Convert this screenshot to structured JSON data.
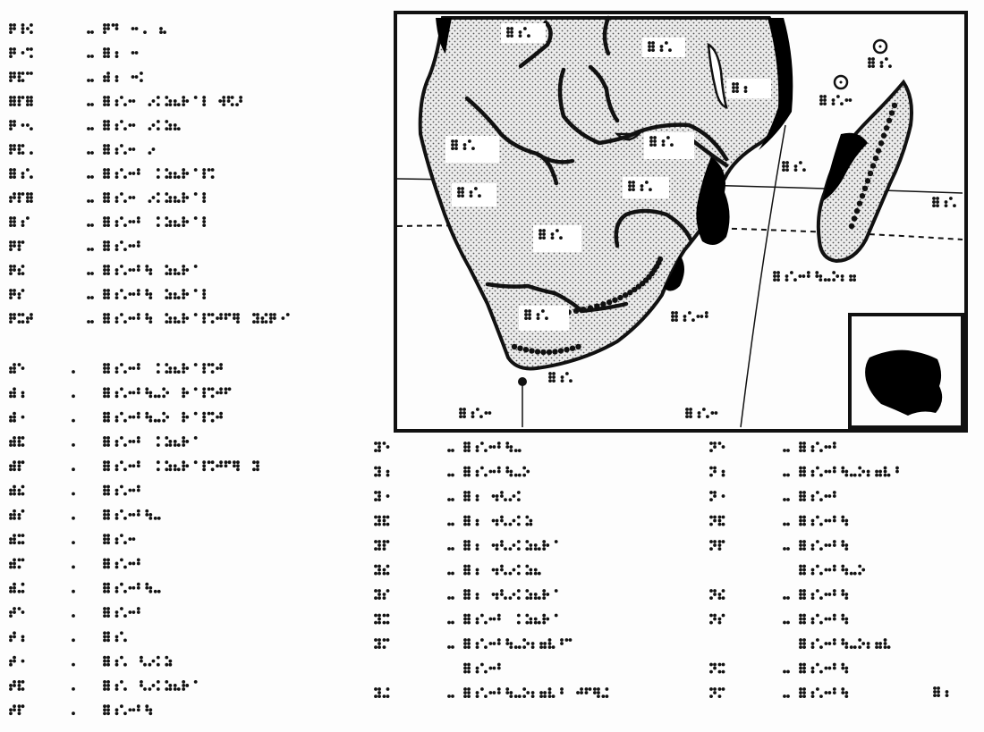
{
  "page": {
    "background": "#fdfdfd",
    "ink": "#111111",
    "land_fill": "#d9d9d9",
    "water_dark": "#000000"
  },
  "legend_left": [
    {
      "key": "B21",
      "label": "B1-DJ-C"
    },
    {
      "key": "BC3",
      "label": "AB-D"
    },
    {
      "key": "BD4",
      "label": "CB-DA"
    },
    {
      "key": "AEF",
      "label": "ABCD-EFGHIJK-LMN"
    },
    {
      "key": "BCA",
      "label": "ABCD-EFGH"
    },
    {
      "key": "BDE",
      "label": "ABCD-E"
    },
    {
      "key": "ABC",
      "label": "ABCDE-FGHIJKL"
    },
    {
      "key": "DEF",
      "label": "ABCD-EFGHIJK"
    },
    {
      "key": "ABD",
      "label": "ABCDE-FGHIJK"
    },
    {
      "key": "BE",
      "label": "ABCDE"
    },
    {
      "key": "BF",
      "label": "ABCDEF-GHIJ"
    },
    {
      "key": "BG",
      "label": "ABCDEF-GHIJK"
    },
    {
      "key": "BHI",
      "label": "ABCDEF-GHIJKLMNO-PQRST"
    },
    {
      "key": "CA",
      "label": "ABCDE-FGHIJKLM"
    },
    {
      "key": "CB",
      "label": "ABCDEFGH-IJKLMN"
    },
    {
      "key": "CC",
      "label": "ABCDEFGH-IJKLM"
    },
    {
      "key": "CD",
      "label": "ABCDE-FGHIJ"
    },
    {
      "key": "CE",
      "label": "ABCDE-FGHIJKLMNO-P"
    },
    {
      "key": "CF",
      "label": "ABCDE"
    },
    {
      "key": "CG",
      "label": "ABCDEFG"
    },
    {
      "key": "CH",
      "label": "ABCD"
    },
    {
      "key": "CI",
      "label": "ABCDE"
    },
    {
      "key": "CJ",
      "label": "ABCDEFG"
    },
    {
      "key": "DA",
      "label": "ABCDE"
    },
    {
      "key": "DB",
      "label": "ABC"
    },
    {
      "key": "DC",
      "label": "ABC-DEFG"
    },
    {
      "key": "DD",
      "label": "ABC-DEFGHIJ"
    },
    {
      "key": "DE",
      "label": "ABCDEF"
    }
  ],
  "legend_mid": [
    {
      "key": "EA",
      "label": "ABCDEFG"
    },
    {
      "key": "EB",
      "label": "ABCDEFGH"
    },
    {
      "key": "EC",
      "label": "AB-CDEF"
    },
    {
      "key": "ED",
      "label": "AB-CDEFG"
    },
    {
      "key": "EE",
      "label": "AB-CDEFGHIJ"
    },
    {
      "key": "EF",
      "label": "AB-CDEFGH"
    },
    {
      "key": "EG",
      "label": "AB-CDEFGHIJ"
    },
    {
      "key": "EH",
      "label": "ABCDE-FGHIJ"
    },
    {
      "key": "EI",
      "label": "ABCDEFGHIJKLM"
    },
    {
      "key": "",
      "label": "ABCDE"
    },
    {
      "key": "EJ",
      "label": "ABCDEFGHIJKL-MNOP"
    }
  ],
  "legend_right": [
    {
      "key": "FA",
      "label": "ABCDE"
    },
    {
      "key": "FB",
      "label": "ABCDEFGHIJKL"
    },
    {
      "key": "FC",
      "label": "ABCDE"
    },
    {
      "key": "FD",
      "label": "ABCDEF"
    },
    {
      "key": "FE",
      "label": "ABCDEF"
    },
    {
      "key": "",
      "label": "ABCDEFGH"
    },
    {
      "key": "FF",
      "label": "ABCDEF"
    },
    {
      "key": "FG",
      "label": "ABCDEF"
    },
    {
      "key": "",
      "label": "ABCDEFGHIJK"
    },
    {
      "key": "FH",
      "label": "ABCDEF"
    },
    {
      "key": "FI",
      "label": "ABCDEF"
    }
  ],
  "map_labels": [
    {
      "id": "country-1",
      "text": "ABC"
    },
    {
      "id": "country-2",
      "text": "ABC"
    },
    {
      "id": "country-3",
      "text": "AB"
    },
    {
      "id": "country-4",
      "text": "ABC"
    },
    {
      "id": "country-5",
      "text": "ABC"
    },
    {
      "id": "country-6",
      "text": "ABC"
    },
    {
      "id": "country-7",
      "text": "ABC"
    },
    {
      "id": "country-8",
      "text": "ABC"
    },
    {
      "id": "country-9",
      "text": "ABC"
    },
    {
      "id": "cape-label",
      "text": "ABC"
    },
    {
      "id": "ocean-1",
      "text": "ABCD"
    },
    {
      "id": "ocean-2",
      "text": "ABCD"
    },
    {
      "id": "sea-label",
      "text": "ABCDE"
    },
    {
      "id": "tropic-label",
      "text": "ABCDEFGHIJ"
    },
    {
      "id": "island-label",
      "text": "ABCD"
    },
    {
      "id": "island-label-2",
      "text": "ABC"
    },
    {
      "id": "inset-title",
      "text": "ABCDEFG"
    },
    {
      "id": "corner-mark",
      "text": "AB"
    }
  ]
}
